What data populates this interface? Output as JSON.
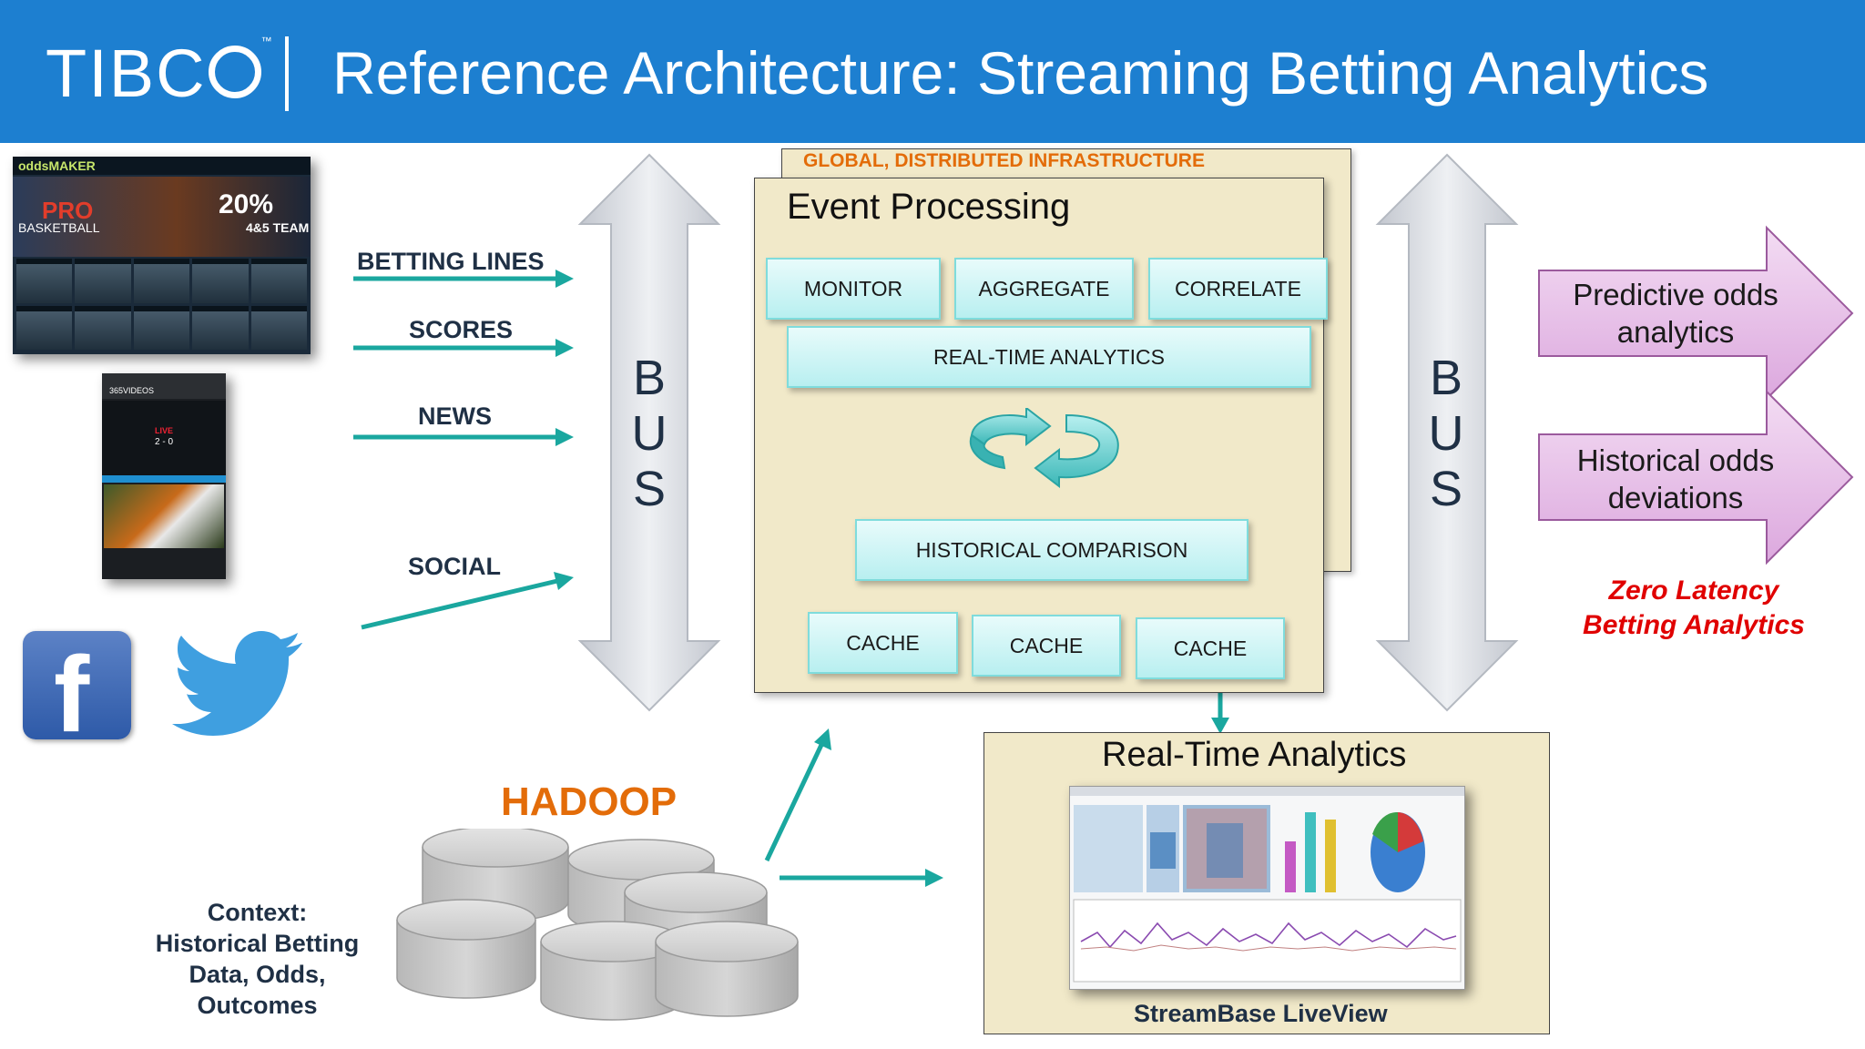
{
  "header": {
    "logo": "TIBC",
    "logo_tm": "™",
    "title": "Reference Architecture: Streaming Betting Analytics"
  },
  "site_screenshot": {
    "brand": "oddsMAKER",
    "pro": "PRO",
    "basketball": "BASKETBALL",
    "promo": "20%",
    "team": "4&5 TEAM"
  },
  "phone_screenshot": {
    "app": "365VIDEOS",
    "live": "LIVE",
    "score": "2 - 0"
  },
  "inputs": {
    "betting_lines": "BETTING LINES",
    "scores": "SCORES",
    "news": "NEWS",
    "social": "SOCIAL"
  },
  "bus": {
    "left": [
      "B",
      "U",
      "S"
    ],
    "right": [
      "B",
      "U",
      "S"
    ]
  },
  "infrastructure": {
    "label": "GLOBAL, DISTRIBUTED INFRASTRUCTURE"
  },
  "event_processing": {
    "title": "Event Processing",
    "monitor": "MONITOR",
    "aggregate": "AGGREGATE",
    "correlate": "CORRELATE",
    "real_time_analytics": "REAL-TIME ANALYTICS",
    "historical_comparison": "HISTORICAL COMPARISON",
    "cache_1": "CACHE",
    "cache_2": "CACHE",
    "cache_3": "CACHE"
  },
  "real_time_panel": {
    "title": "Real-Time Analytics",
    "caption": "StreamBase LiveView"
  },
  "hadoop": {
    "label": "HADOOP",
    "context": "Context: Historical Betting Data, Odds, Outcomes"
  },
  "outputs": {
    "predictive": "Predictive odds analytics",
    "historical": "Historical odds deviations",
    "tagline_1": "Zero Latency",
    "tagline_2": "Betting Analytics"
  },
  "colors": {
    "header_blue": "#1d7fd0",
    "teal_arrow": "#1aa79f",
    "hadoop_orange": "#e36c09",
    "panel_tan": "#f1e9c9",
    "output_purple": "#e9c2ea",
    "tagline_red": "#e00000"
  },
  "icons": [
    "facebook-icon",
    "twitter-icon",
    "cycle-arrows-icon",
    "database-cylinders-icon"
  ]
}
